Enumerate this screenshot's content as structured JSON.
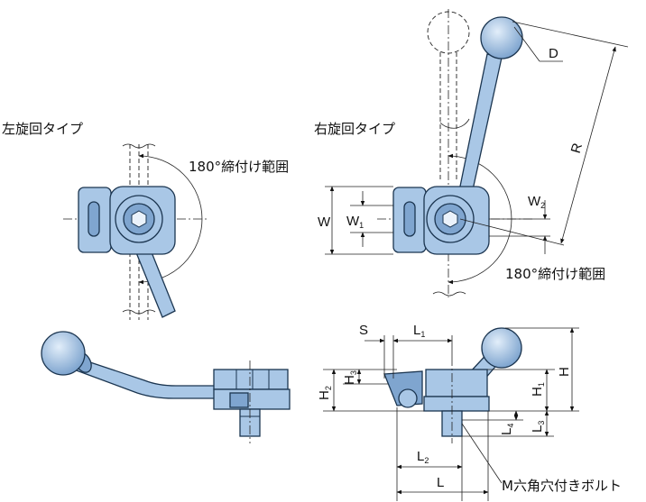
{
  "labels": {
    "left_type": "左旋回タイプ",
    "right_type": "右旋回タイプ",
    "range_left": "180°締付け範囲",
    "range_right": "180°締付け範囲",
    "hex_bolt": "M六角穴付きボルト"
  },
  "dimensions": {
    "D": "D",
    "R": "R",
    "W": "W",
    "W1": "W",
    "W1_sub": "1",
    "W2": "W",
    "W2_sub": "2",
    "S": "S",
    "L1": "L",
    "L1_sub": "1",
    "L2": "L",
    "L2_sub": "2",
    "L": "L",
    "L3": "L",
    "L3_sub": "3",
    "L4": "L",
    "L4_sub": "4",
    "H": "H",
    "H1": "H",
    "H1_sub": "1",
    "H2": "H",
    "H2_sub": "2",
    "H3": "H",
    "H3_sub": "3"
  },
  "colors": {
    "part_fill": "#a9c7e6",
    "part_dark": "#7fa5cf",
    "outline": "#1b3550"
  }
}
